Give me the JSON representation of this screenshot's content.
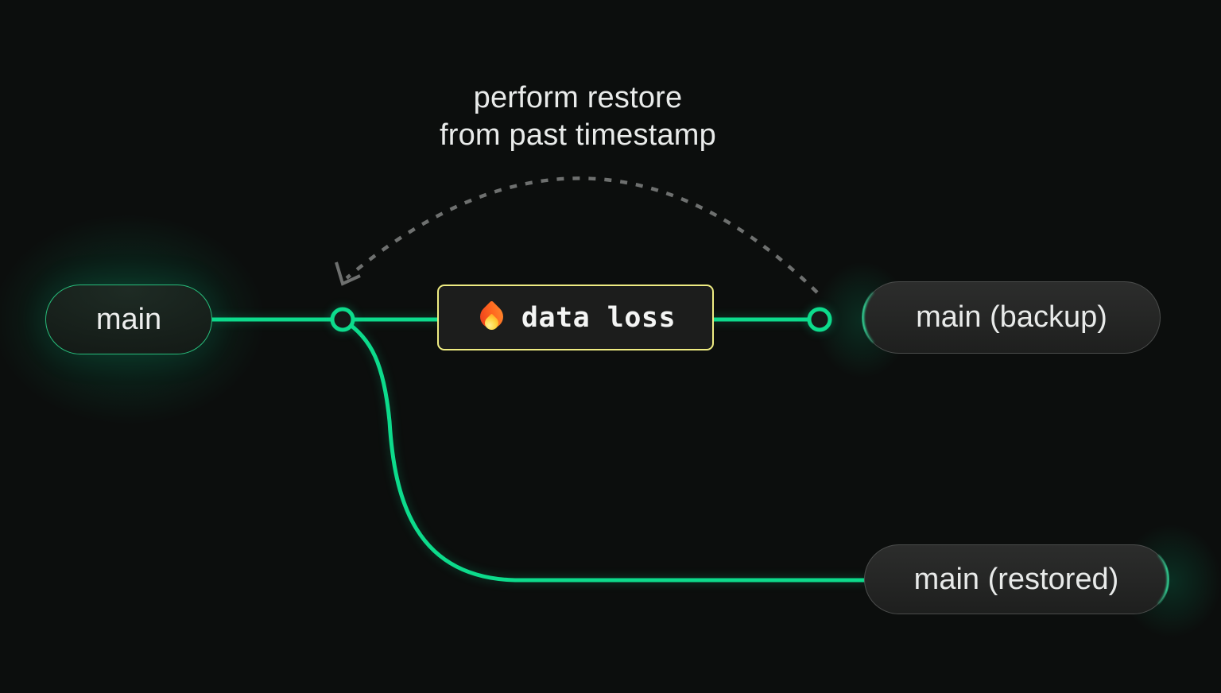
{
  "canvas": {
    "background": "#0c0e0d"
  },
  "annotation": {
    "line1": "perform restore",
    "line2": "from past timestamp"
  },
  "nodes": {
    "main": {
      "label": "main"
    },
    "data_loss": {
      "label": "data loss",
      "icon": "fire-icon"
    },
    "backup": {
      "label": "main (backup)"
    },
    "restored": {
      "label": "main (restored)"
    }
  },
  "colors": {
    "background": "#0c0e0d",
    "line_green": "#0ddb8c",
    "accent_green": "#00e599",
    "arc_gray": "#6e706f",
    "warning_border": "#efec82",
    "text_light": "#e9ebea"
  }
}
